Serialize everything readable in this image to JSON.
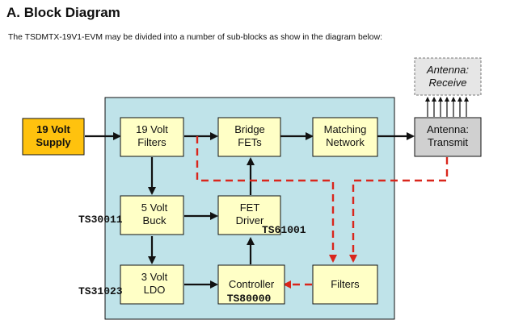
{
  "header": {
    "title": "A. Block Diagram",
    "intro": "The TSDMTX-19V1-EVM may be divided into a number of sub-blocks as show in the diagram below:"
  },
  "blocks": {
    "supply": [
      "19 Volt",
      "Supply"
    ],
    "filters19": [
      "19 Volt",
      "Filters"
    ],
    "bridge": [
      "Bridge",
      "FETs"
    ],
    "matching": [
      "Matching",
      "Network"
    ],
    "antenna_tx": [
      "Antenna:",
      "Transmit"
    ],
    "antenna_rx": [
      "Antenna:",
      "Receive"
    ],
    "buck": [
      "5 Volt",
      "Buck"
    ],
    "driver": [
      "FET",
      "Driver"
    ],
    "ldo": [
      "3 Volt",
      "LDO"
    ],
    "controller": [
      "Controller",
      "TS80000"
    ],
    "filters_rx": [
      "Filters"
    ]
  },
  "chip_labels": {
    "buck": "TS30011",
    "driver": "TS61001",
    "ldo": "TS31023"
  },
  "colors": {
    "board": "#bfe3e9",
    "block": "#ffffc6",
    "supply": "#ffc20e",
    "antenna": "#d0d0d0",
    "signal": "#d9261c"
  }
}
